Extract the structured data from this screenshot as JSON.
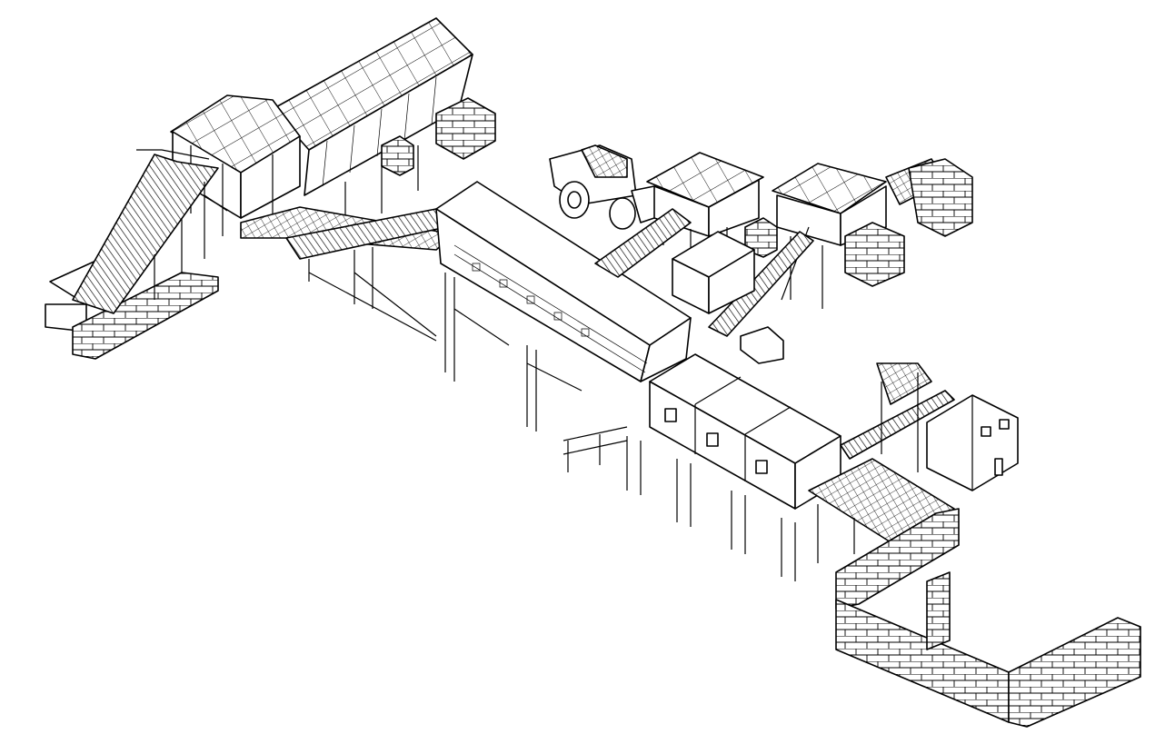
{
  "drawing": {
    "style": "isometric line drawing",
    "colors": {
      "line": "#000000",
      "background": "#ffffff"
    },
    "components": [
      "feed-hopper",
      "inclined-belt-conveyor",
      "transfer-house",
      "covered-storage-shed",
      "brick-pillar",
      "transfer-conveyor",
      "trommel-screen-housing",
      "wheel-loader",
      "small-shed",
      "conveyor-bridge",
      "drive-housing",
      "operator-cabins",
      "sorting-platform",
      "auxiliary-building",
      "brick-wall"
    ]
  }
}
